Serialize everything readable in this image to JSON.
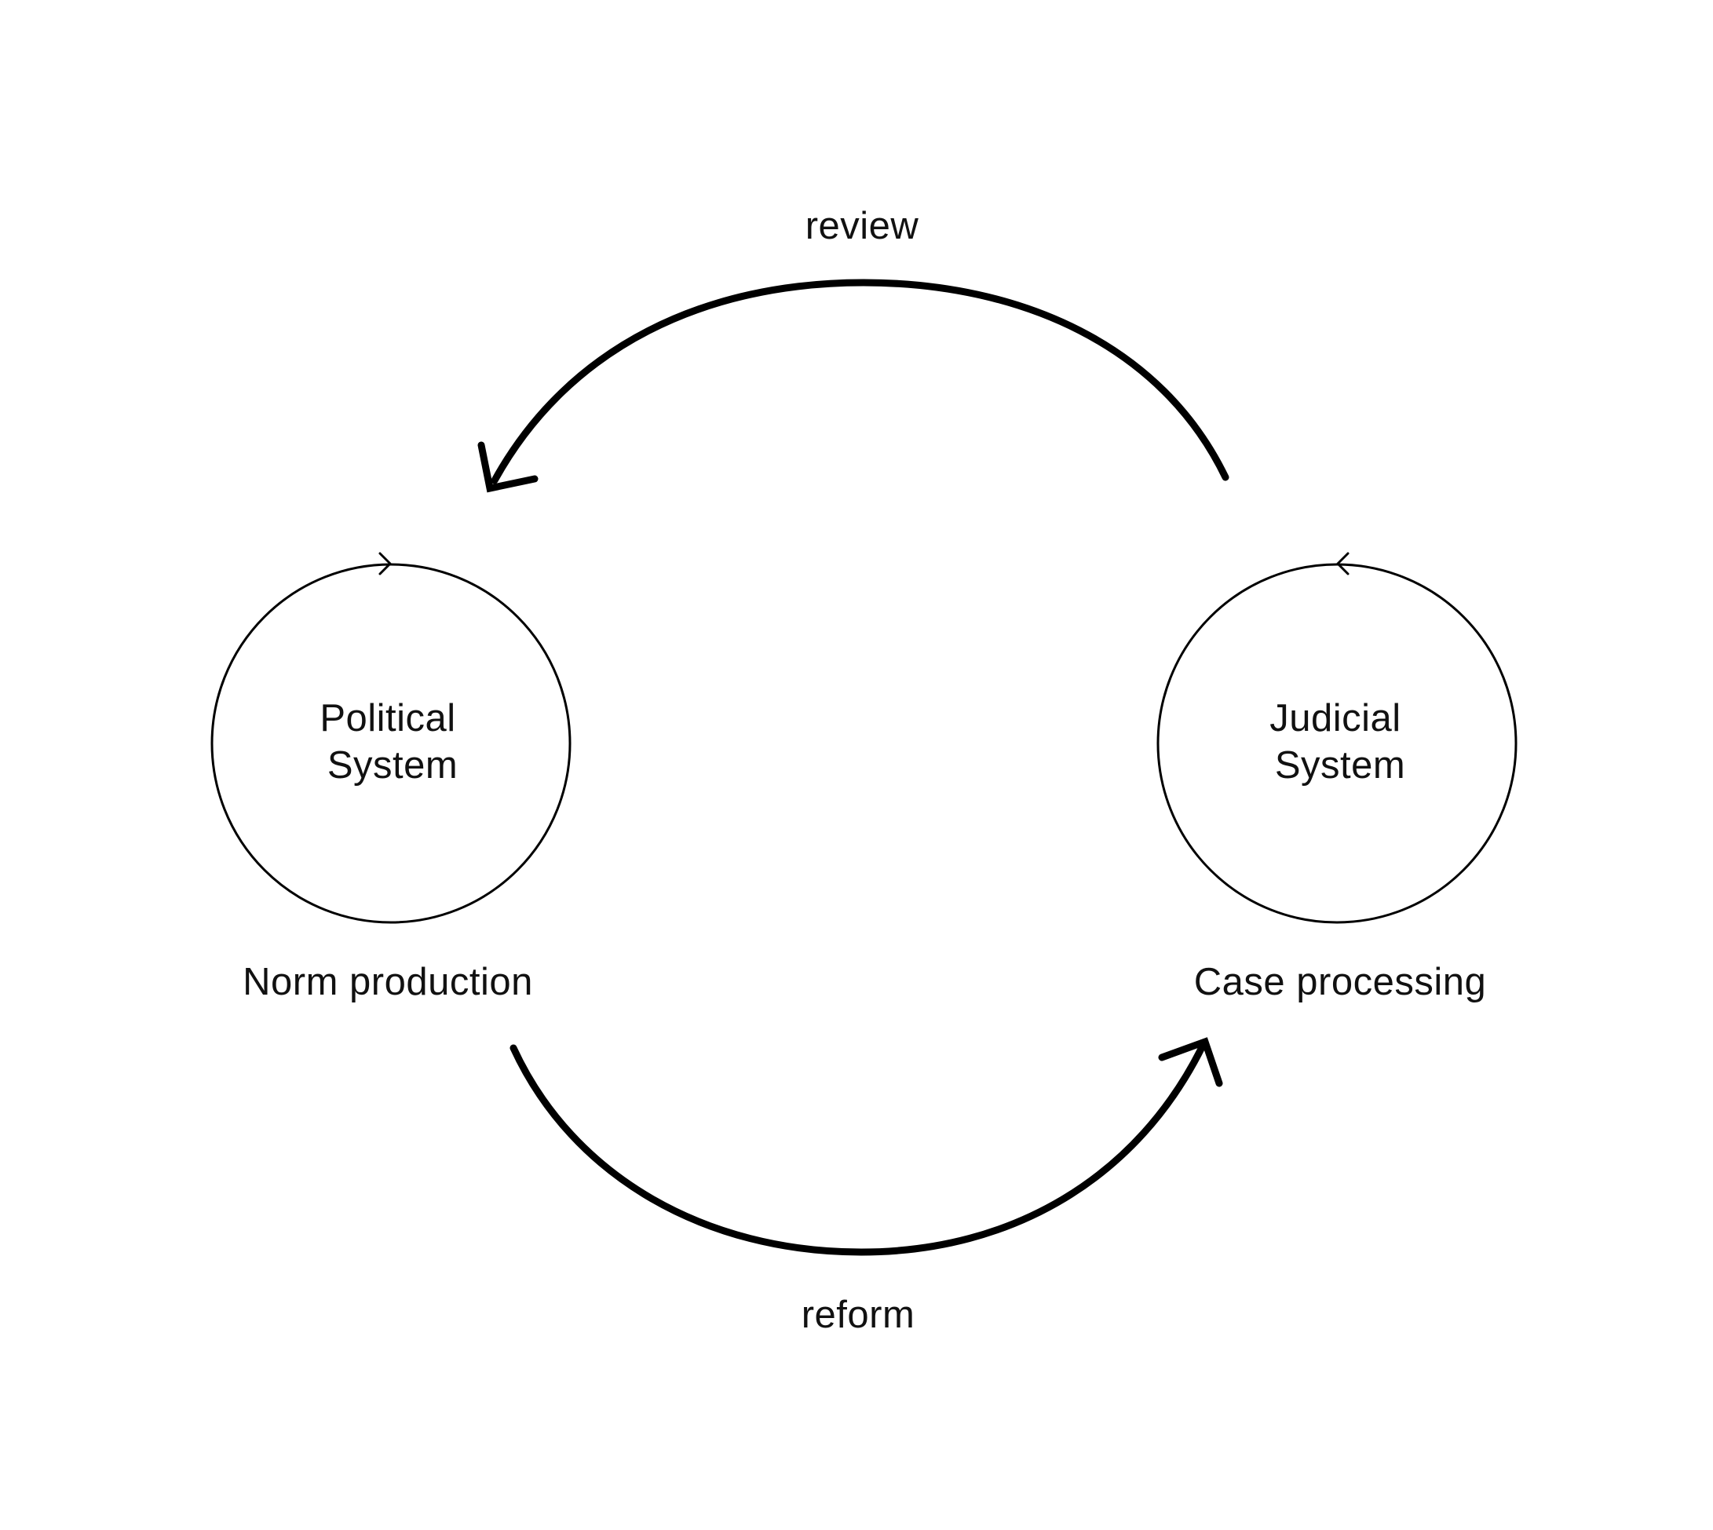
{
  "colors": {
    "background": "#ffffff",
    "stroke": "#000000",
    "text": "#111111"
  },
  "nodes": [
    {
      "id": "political",
      "lines": [
        "Political",
        "System"
      ],
      "caption": "Norm production"
    },
    {
      "id": "judicial",
      "lines": [
        "Judicial",
        "System"
      ],
      "caption": "Case processing"
    }
  ],
  "edges": [
    {
      "id": "review",
      "label": "review",
      "from": "judicial",
      "to": "political"
    },
    {
      "id": "reform",
      "label": "reform",
      "from": "political",
      "to": "judicial"
    }
  ]
}
